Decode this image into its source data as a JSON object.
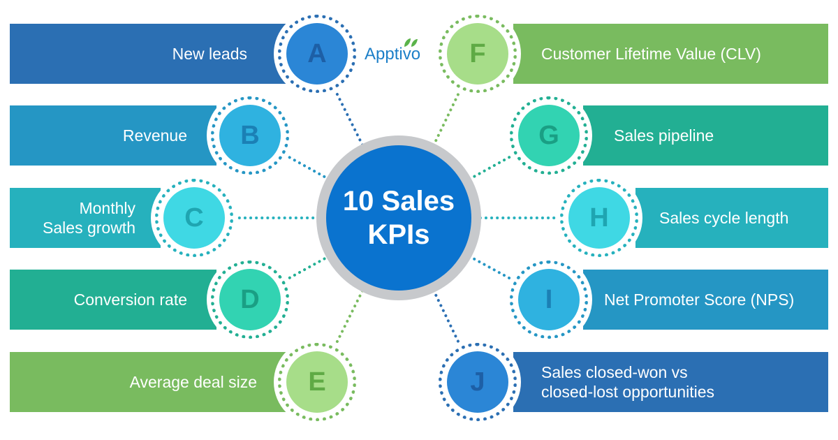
{
  "center": {
    "title": "10 Sales\nKPIs"
  },
  "brand": {
    "name": "Apptivo",
    "color": "#1c7fc8",
    "leaf_color": "#5ab34a",
    "icon": "leaf-icon"
  },
  "colors": {
    "hub": "#0a73cf",
    "hub_ring": "#c7c9cc"
  },
  "kpis": [
    {
      "letter": "A",
      "label": "New leads",
      "side": "left",
      "band_color": "#2b6fb3",
      "disc_color": "#2b86d6",
      "letter_color": "#1d5fa6",
      "ring_color": "#2b6fb3"
    },
    {
      "letter": "B",
      "label": "Revenue",
      "side": "left",
      "band_color": "#2596c4",
      "disc_color": "#2fb2e0",
      "letter_color": "#1b80b5",
      "ring_color": "#2596c4"
    },
    {
      "letter": "C",
      "label": "Monthly\nSales growth",
      "side": "left",
      "band_color": "#26b1bd",
      "disc_color": "#3fd8e4",
      "letter_color": "#1fa5b1",
      "ring_color": "#26b1bd"
    },
    {
      "letter": "D",
      "label": "Conversion rate",
      "side": "left",
      "band_color": "#22af93",
      "disc_color": "#32d3b2",
      "letter_color": "#1a9f84",
      "ring_color": "#22af93"
    },
    {
      "letter": "E",
      "label": "Average deal size",
      "side": "left",
      "band_color": "#79bb5f",
      "disc_color": "#a7dd89",
      "letter_color": "#5faa45",
      "ring_color": "#79bb5f"
    },
    {
      "letter": "F",
      "label": "Customer Lifetime Value (CLV)",
      "side": "right",
      "band_color": "#79bb5f",
      "disc_color": "#a7dd89",
      "letter_color": "#5faa45",
      "ring_color": "#79bb5f"
    },
    {
      "letter": "G",
      "label": "Sales pipeline",
      "side": "right",
      "band_color": "#22af93",
      "disc_color": "#32d3b2",
      "letter_color": "#1a9f84",
      "ring_color": "#22af93"
    },
    {
      "letter": "H",
      "label": "Sales cycle length",
      "side": "right",
      "band_color": "#26b1bd",
      "disc_color": "#3fd8e4",
      "letter_color": "#1fa5b1",
      "ring_color": "#26b1bd"
    },
    {
      "letter": "I",
      "label": "Net Promoter Score (NPS)",
      "side": "right",
      "band_color": "#2596c4",
      "disc_color": "#2fb2e0",
      "letter_color": "#1b80b5",
      "ring_color": "#2596c4"
    },
    {
      "letter": "J",
      "label": "Sales closed-won vs\nclosed-lost opportunities",
      "side": "right",
      "band_color": "#2b6fb3",
      "disc_color": "#2b86d6",
      "letter_color": "#1d5fa6",
      "ring_color": "#2b6fb3"
    }
  ]
}
